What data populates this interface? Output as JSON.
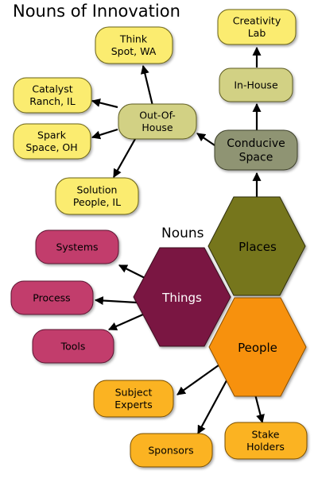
{
  "title": "Nouns of Innovation",
  "center_label": "Nouns",
  "colors": {
    "yellow": "#fbec6f",
    "olive_light": "#d2d184",
    "olive_gray": "#8f9473",
    "olive": "#76761f",
    "maroon": "#7a1842",
    "magenta": "#c23d6c",
    "orange": "#f7910b",
    "orange_light": "#fbb321"
  },
  "hexagons": {
    "places": "Places",
    "things": "Things",
    "people": "People"
  },
  "nodes": {
    "creativity_lab": [
      "Creativity",
      "Lab"
    ],
    "in_house": [
      "In-House"
    ],
    "conducive_space": [
      "Conducive",
      "Space"
    ],
    "out_of_house": [
      "Out-Of-",
      "House"
    ],
    "think_spot": [
      "Think",
      "Spot, WA"
    ],
    "catalyst_ranch": [
      "Catalyst",
      "Ranch, IL"
    ],
    "spark_space": [
      "Spark",
      "Space, OH"
    ],
    "solution_people": [
      "Solution",
      "People, IL"
    ],
    "systems": [
      "Systems"
    ],
    "process": [
      "Process"
    ],
    "tools": [
      "Tools"
    ],
    "subject_experts": [
      "Subject",
      "Experts"
    ],
    "sponsors": [
      "Sponsors"
    ],
    "stake_holders": [
      "Stake",
      "Holders"
    ]
  }
}
